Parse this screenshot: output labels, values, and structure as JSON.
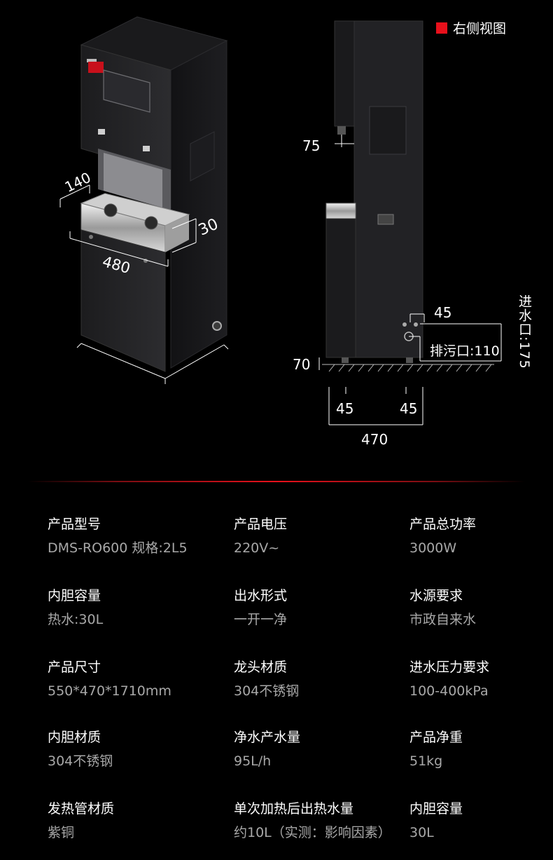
{
  "view_label": "右侧视图",
  "dims_left": {
    "depth_top": "140",
    "tray_height": "30",
    "width_front": "480"
  },
  "dims_right": {
    "faucet_clearance": "75",
    "port_spacing": "45",
    "drain": "排污口:110",
    "feet_height": "70",
    "foot_left": "45",
    "foot_right": "45",
    "depth": "470",
    "inlet": "进水口:175"
  },
  "specs": [
    {
      "label": "产品型号",
      "value": "DMS-RO600 规格:2L5"
    },
    {
      "label": "产品电压",
      "value": "220V~"
    },
    {
      "label": "产品总功率",
      "value": "3000W"
    },
    {
      "label": "内胆容量",
      "value": "热水:30L"
    },
    {
      "label": "出水形式",
      "value": "一开一净"
    },
    {
      "label": "水源要求",
      "value": "市政自来水"
    },
    {
      "label": "产品尺寸",
      "value": "550*470*1710mm"
    },
    {
      "label": "龙头材质",
      "value": "304不锈钢"
    },
    {
      "label": "进水压力要求",
      "value": "100-400kPa"
    },
    {
      "label": "内胆材质",
      "value": "304不锈钢"
    },
    {
      "label": "净水产水量",
      "value": "95L/h"
    },
    {
      "label": "产品净重",
      "value": "51kg"
    },
    {
      "label": "发热管材质",
      "value": "紫铜"
    },
    {
      "label": "单次加热后出热水量",
      "value": "约10L（实测：影响因素）"
    },
    {
      "label": "内胆容量",
      "value": "30L"
    }
  ],
  "colors": {
    "background": "#000000",
    "accent": "#e8101b",
    "label": "#ffffff",
    "value": "#a8a8a8"
  }
}
